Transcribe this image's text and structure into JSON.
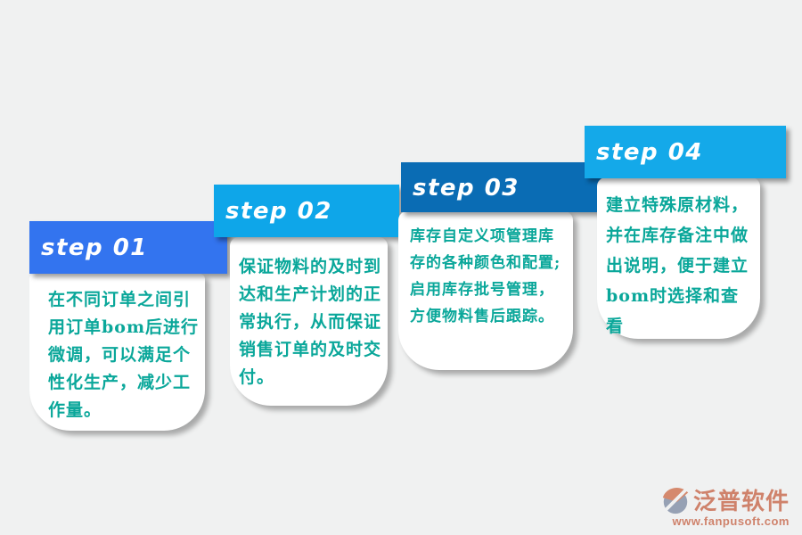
{
  "canvas": {
    "background": "#f0f1f1"
  },
  "steps": [
    {
      "label": "step 01",
      "header_color": "#3374ef",
      "text_color": "#0aa79a",
      "text": "在不同订单之间引用订单bom后进行微调，可以满足个性化生产，减少工作量。"
    },
    {
      "label": "step 02",
      "header_color": "#0ea6e9",
      "text_color": "#0aa79a",
      "text": "保证物料的及时到达和生产计划的正常执行，从而保证销售订单的及时交付。"
    },
    {
      "label": "step 03",
      "header_color": "#0a6cb4",
      "text_color": "#0aa79a",
      "text": "库存自定义项管理库存的各种颜色和配置;启用库存批号管理，方便物料售后跟踪。"
    },
    {
      "label": "step 04",
      "header_color": "#14a9e9",
      "text_color": "#0aa79a",
      "text": "建立特殊原材料，并在库存备注中做出说明，便于建立bom时选择和查看"
    }
  ],
  "logo": {
    "name": "泛普软件",
    "url": "www.fanpusoft.com",
    "text_color": "#cf826b",
    "icon_gray": "#96a1b4",
    "icon_accent": "#d5896d"
  }
}
